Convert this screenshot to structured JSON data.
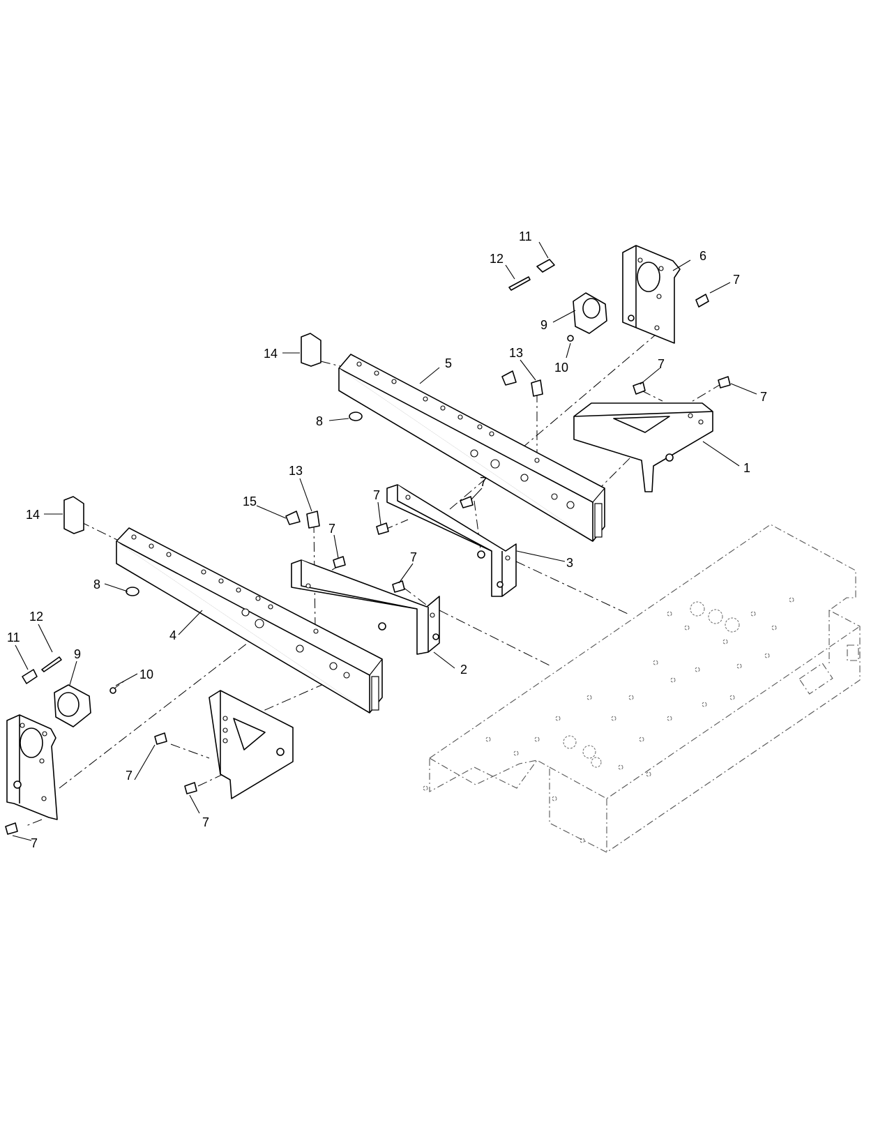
{
  "callouts": [
    {
      "id": "c11-top",
      "label": "11"
    },
    {
      "id": "c12-top",
      "label": "12"
    },
    {
      "id": "c6",
      "label": "6"
    },
    {
      "id": "c7-a",
      "label": "7"
    },
    {
      "id": "c9-top",
      "label": "9"
    },
    {
      "id": "c10-top",
      "label": "10"
    },
    {
      "id": "c14-top",
      "label": "14"
    },
    {
      "id": "c5",
      "label": "5"
    },
    {
      "id": "c13-top",
      "label": "13"
    },
    {
      "id": "c7-b",
      "label": "7"
    },
    {
      "id": "c7-c",
      "label": "7"
    },
    {
      "id": "c8-top",
      "label": "8"
    },
    {
      "id": "c1",
      "label": "1"
    },
    {
      "id": "c13-mid",
      "label": "13"
    },
    {
      "id": "c7-d",
      "label": "7"
    },
    {
      "id": "c7-e",
      "label": "7"
    },
    {
      "id": "c15",
      "label": "15"
    },
    {
      "id": "c14-left",
      "label": "14"
    },
    {
      "id": "c7-f",
      "label": "7"
    },
    {
      "id": "c3",
      "label": "3"
    },
    {
      "id": "c7-g",
      "label": "7"
    },
    {
      "id": "c8-left",
      "label": "8"
    },
    {
      "id": "c4",
      "label": "4"
    },
    {
      "id": "c2",
      "label": "2"
    },
    {
      "id": "c12-left",
      "label": "12"
    },
    {
      "id": "c11-left",
      "label": "11"
    },
    {
      "id": "c9-left",
      "label": "9"
    },
    {
      "id": "c10-left",
      "label": "10"
    },
    {
      "id": "c7-h",
      "label": "7"
    },
    {
      "id": "c7-i",
      "label": "7"
    },
    {
      "id": "c7-j",
      "label": "7"
    }
  ]
}
